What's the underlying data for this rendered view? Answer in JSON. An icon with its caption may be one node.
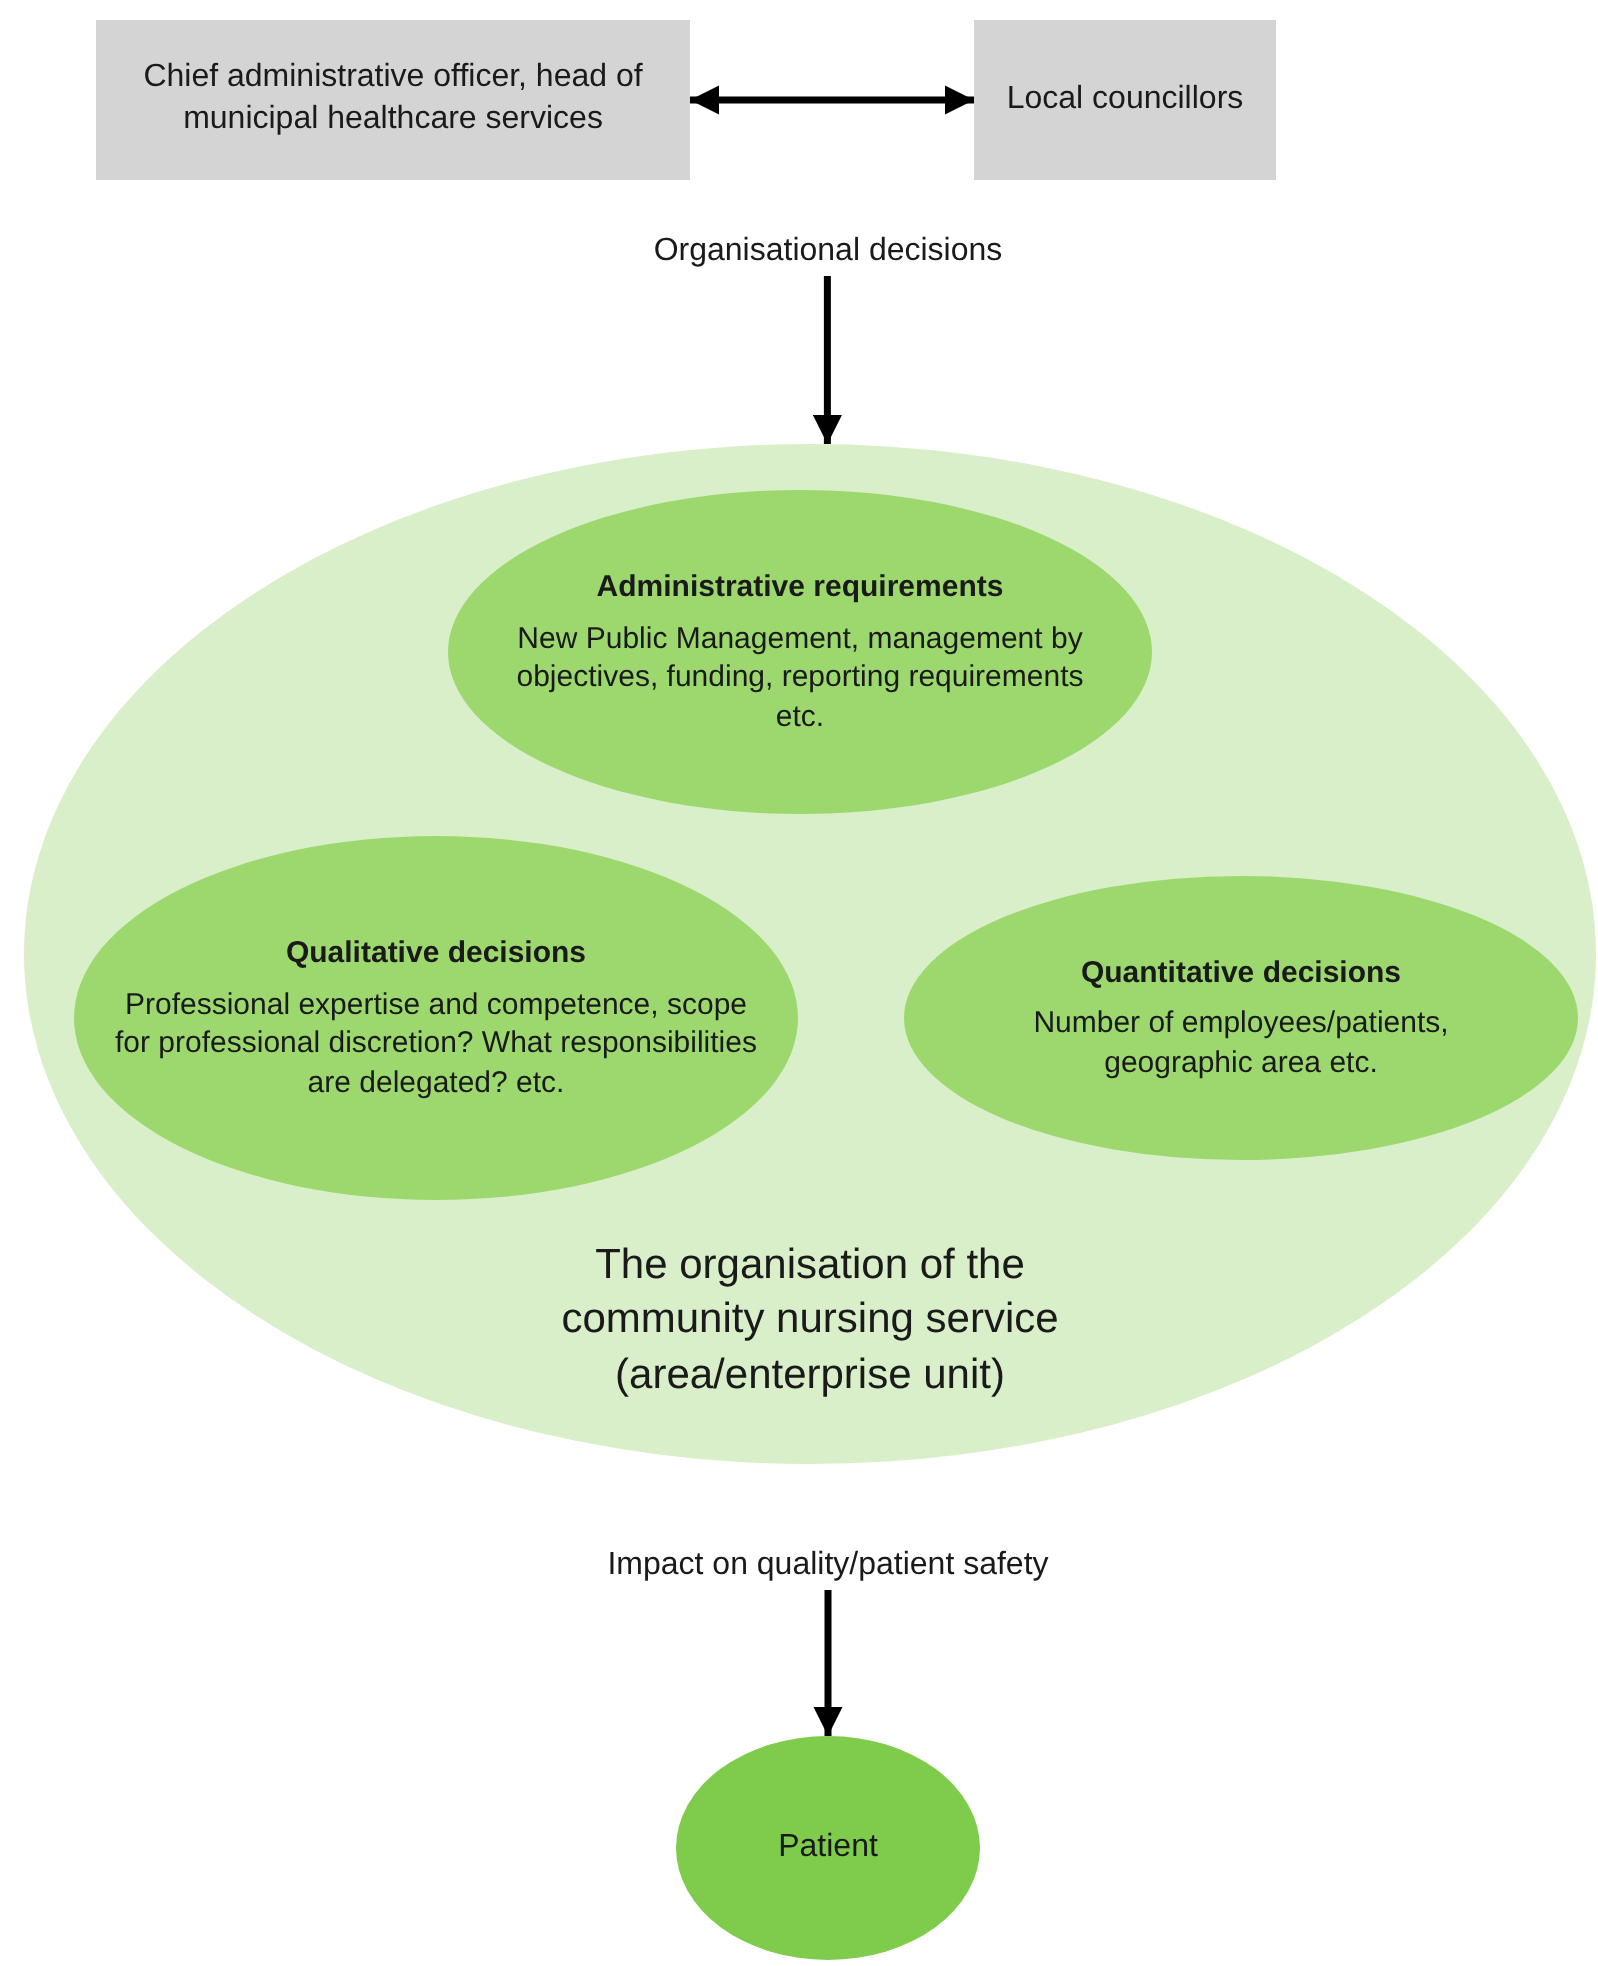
{
  "diagram": {
    "nodes": [
      {
        "text": [
          "Chief administrative officer, head of municipal healthcare services"
        ]
      },
      {
        "text": [
          "Local councillors"
        ]
      },
      {
        "text": [
          "Organisational decisions"
        ]
      },
      {
        "text": [
          "The organisation of the community nursing service (area/enterprise unit)"
        ]
      },
      {
        "text": [
          "Administrative requirements",
          "New Public Management, management by objectives, funding, reporting requirements etc."
        ],
        "in": 3
      },
      {
        "text": [
          "Qualitative decisions",
          "Professional expertise and competence, scope for professional discretion? What responsibilities are delegated? etc."
        ],
        "in": 3
      },
      {
        "text": [
          "Quantitative decisions",
          "Number of employees/patients, geographic area etc."
        ],
        "in": 3
      },
      {
        "text": [
          "Impact on quality/patient safety"
        ]
      },
      {
        "text": [
          "Patient"
        ]
      }
    ],
    "edges": [
      {
        "from": 0,
        "to": 1,
        "arrow": "both"
      },
      {
        "from": 2,
        "to": 3,
        "arrow": "to"
      },
      {
        "from": 7,
        "to": 8,
        "arrow": "to"
      }
    ]
  }
}
